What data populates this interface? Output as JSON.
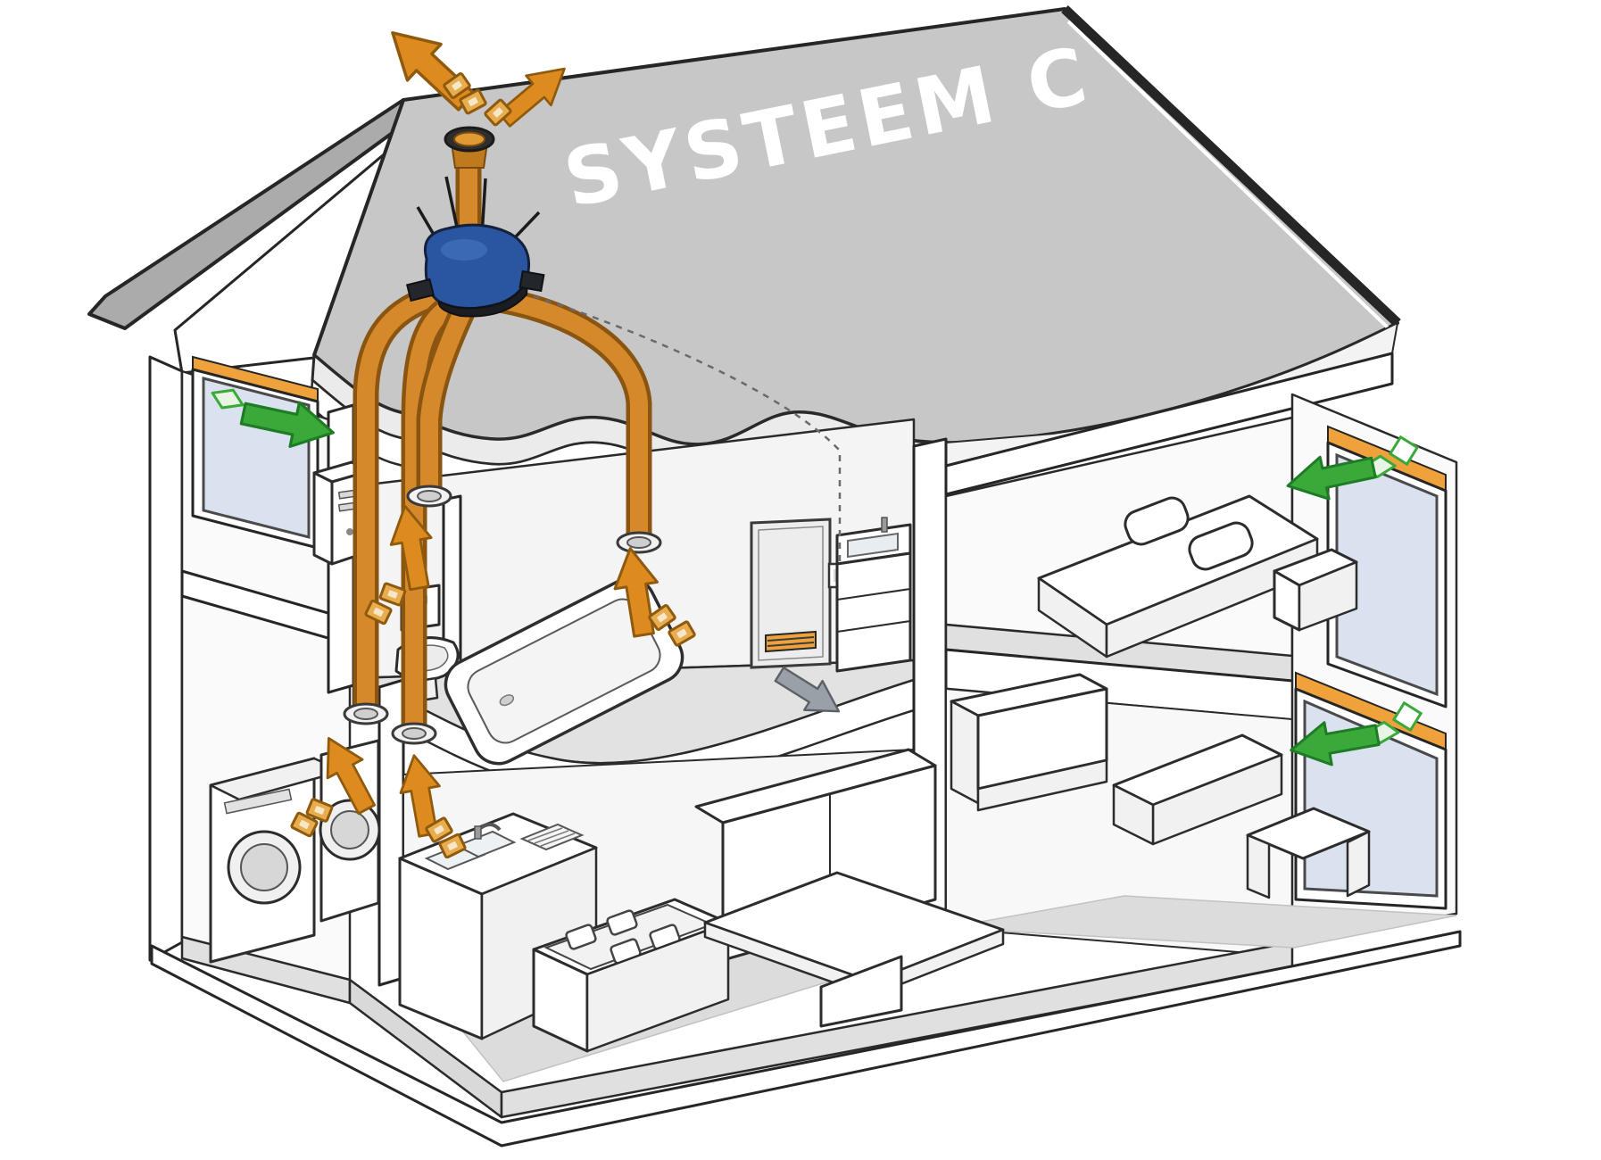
{
  "roof_label": {
    "text": "SYSTEEM C",
    "superscript": "+",
    "registered": "®"
  },
  "colors": {
    "roof_gray": "#c7c7c7",
    "roof_text_white": "#ffffff",
    "duct_orange": "#d5892b",
    "duct_outline": "#8a5510",
    "fan_unit_blue": "#2a55a0",
    "fan_unit_dark": "#1b1d22",
    "supply_arrow_green": "#3aa93a",
    "exhaust_arrow_orange": "#dd8b1f",
    "transfer_arrow_gray": "#99a0a8",
    "window_glass": "#dbe2ef",
    "trickle_vent_orange": "#efa23b",
    "outline_dark": "#262626"
  },
  "icons": {
    "orange_arrow": "exhaust-air-extraction-arrow",
    "orange_particles": "stale-air-particles",
    "green_arrow": "fresh-air-supply-arrow",
    "green_particles": "fresh-air-particles",
    "gray_arrow": "transfer-air-under-door-arrow",
    "blue_unit": "central-extraction-fan-unit",
    "roof_cap": "roof-exhaust-outlet",
    "ceiling_valve": "extraction-valve",
    "window_strip": "window-trickle-vent",
    "dashed_line": "control-wiring-to-switch"
  }
}
